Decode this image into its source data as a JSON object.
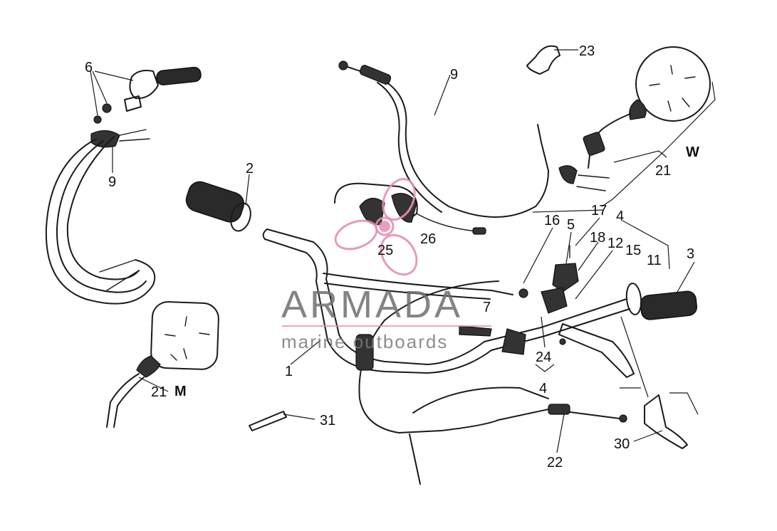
{
  "watermark": {
    "title": "ARMADA",
    "subtitle": "marine outboards",
    "logo_color": "#e48fb3"
  },
  "callouts": {
    "c1": "1",
    "c2": "2",
    "c3": "3",
    "c4a": "4",
    "c4b": "4",
    "c5": "5",
    "c6": "6",
    "c7": "7",
    "c9a": "9",
    "c9b": "9",
    "c11": "11",
    "c12": "12",
    "c15": "15",
    "c16": "16",
    "c17": "17",
    "c18": "18",
    "c21a": "21",
    "c21b": "21",
    "c22": "22",
    "c23": "23",
    "c24": "24",
    "c25": "25",
    "c26": "26",
    "c30": "30",
    "c31": "31"
  },
  "variant_labels": {
    "w": "W",
    "m": "M"
  },
  "icons": {
    "logo": "propeller-logo-icon"
  }
}
